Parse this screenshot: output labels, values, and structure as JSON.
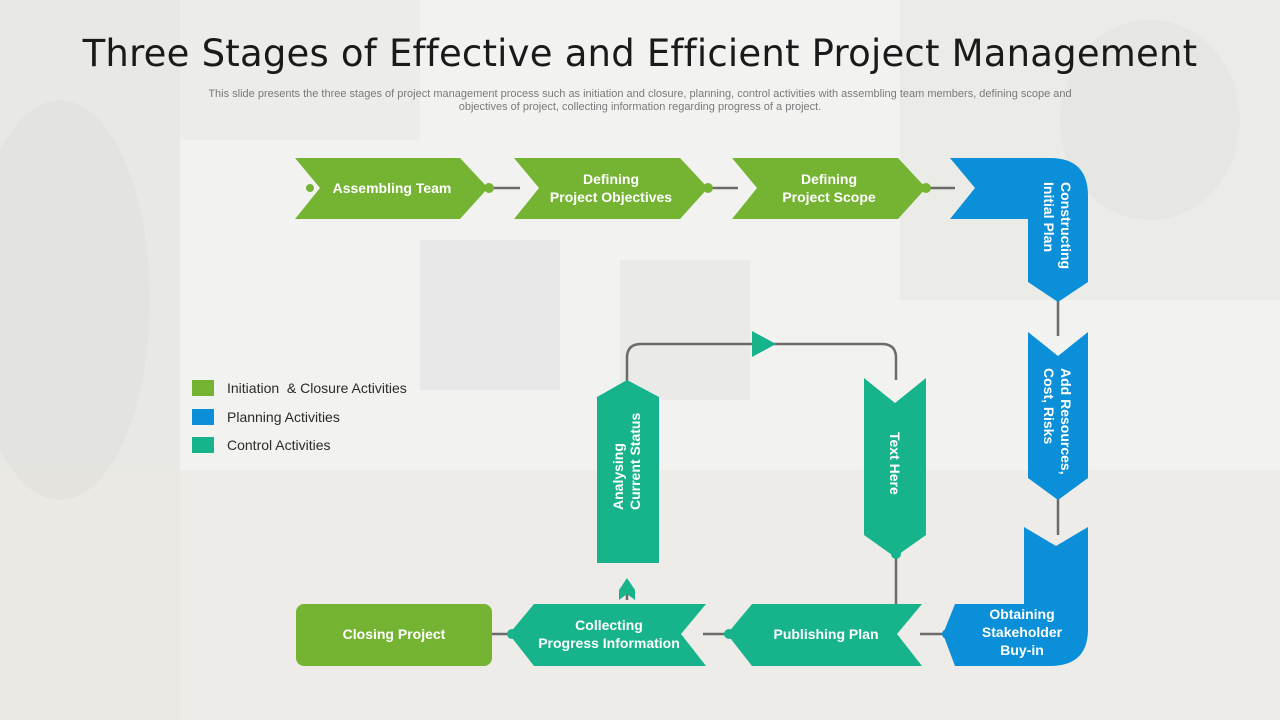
{
  "title": "Three Stages of Effective and Efficient Project Management",
  "subtitle_lines": [
    "This slide presents the three stages of project management process such as initiation and closure, planning, control activities with assembling team members, defining scope and",
    "objectives of project, collecting information regarding progress of a project."
  ],
  "colors": {
    "initiation": "#75b432",
    "planning": "#0a8fd8",
    "control": "#17b48c",
    "connector": "#6b6b6b"
  },
  "legend": [
    {
      "label": "Initiation  & Closure Activities",
      "color": "#75b432"
    },
    {
      "label": "Planning Activities",
      "color": "#0a8fd8"
    },
    {
      "label": "Control Activities",
      "color": "#17b48c"
    }
  ],
  "steps": {
    "assembling_team": [
      "Assembling Team"
    ],
    "defining_objectives": [
      "Defining",
      "Project Objectives"
    ],
    "defining_scope": [
      "Defining",
      "Project Scope"
    ],
    "constructing_plan": [
      "Constructing",
      "Initial Plan"
    ],
    "add_resources": [
      "Add Resources,",
      "Cost, Risks"
    ],
    "obtaining_buyin": [
      "Obtaining",
      "Stakeholder",
      "Buy-in"
    ],
    "publishing_plan": [
      "Publishing Plan"
    ],
    "collecting_info": [
      "Collecting",
      "Progress Information"
    ],
    "closing_project": [
      "Closing Project"
    ],
    "analysing_status": [
      "Analysing",
      "Current Status"
    ],
    "text_here": [
      "Text Here"
    ]
  }
}
